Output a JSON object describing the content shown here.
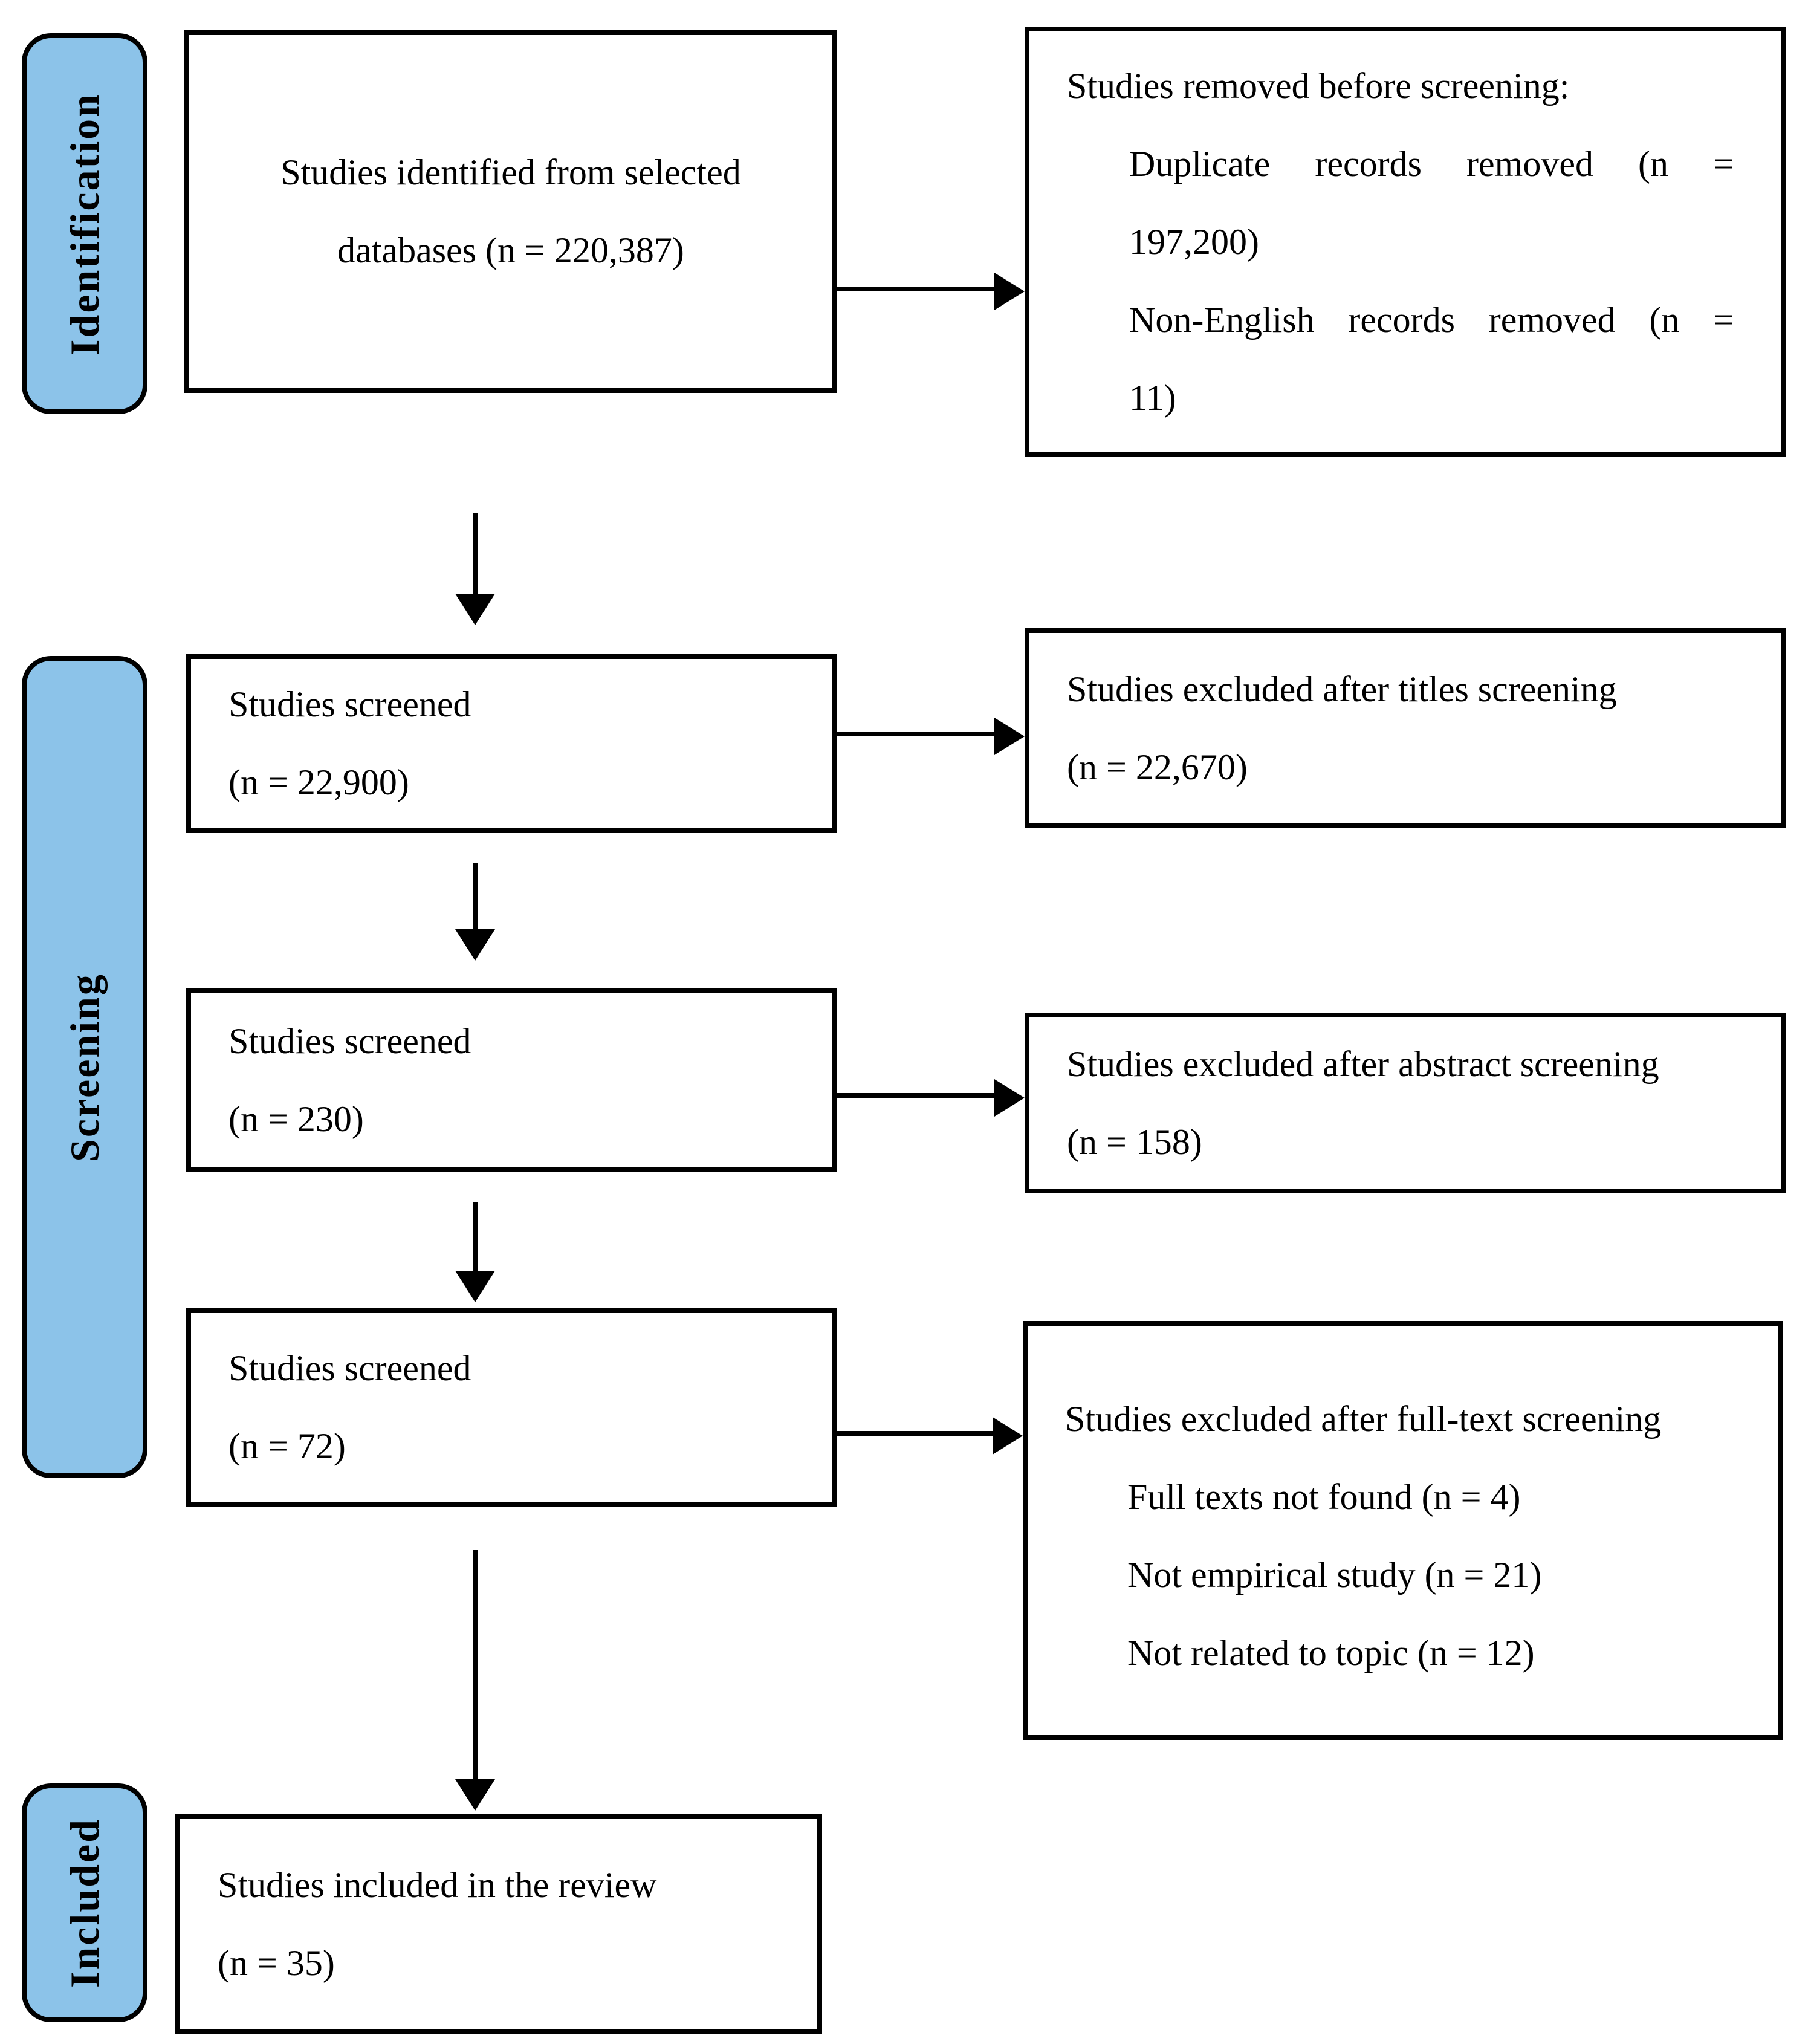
{
  "diagram": {
    "kind": "prisma-flow",
    "colors": {
      "stage_label_fill": "#8CC3E9",
      "line": "#000000",
      "background": "#FFFFFF"
    }
  },
  "stages": {
    "identification": "Identification",
    "screening": "Screening",
    "included": "Included"
  },
  "boxes": {
    "identified": {
      "line1": "Studies identified from selected",
      "line2": "databases (n = 220,387)"
    },
    "removed_before_screening": {
      "title": "Studies removed before screening:",
      "item1_line1": "Duplicate records removed (n =",
      "item1_line2": "197,200)",
      "item2_line1": "Non-English records removed (n =",
      "item2_line2": "11)"
    },
    "screened_titles": {
      "line1": "Studies screened",
      "line2": "(n = 22,900)"
    },
    "excluded_titles": {
      "line1": "Studies excluded after titles screening",
      "line2": "(n = 22,670)"
    },
    "screened_abstract": {
      "line1": "Studies screened",
      "line2": "(n = 230)"
    },
    "excluded_abstract": {
      "line1": "Studies excluded after abstract screening",
      "line2": "(n = 158)"
    },
    "screened_fulltext": {
      "line1": "Studies screened",
      "line2": "(n = 72)"
    },
    "excluded_fulltext": {
      "title": "Studies excluded after full-text screening",
      "item1": "Full texts not found (n = 4)",
      "item2": "Not empirical study (n = 21)",
      "item3": "Not related to topic (n = 12)"
    },
    "included_review": {
      "line1": "Studies included in the review",
      "line2": "(n = 35)"
    }
  }
}
